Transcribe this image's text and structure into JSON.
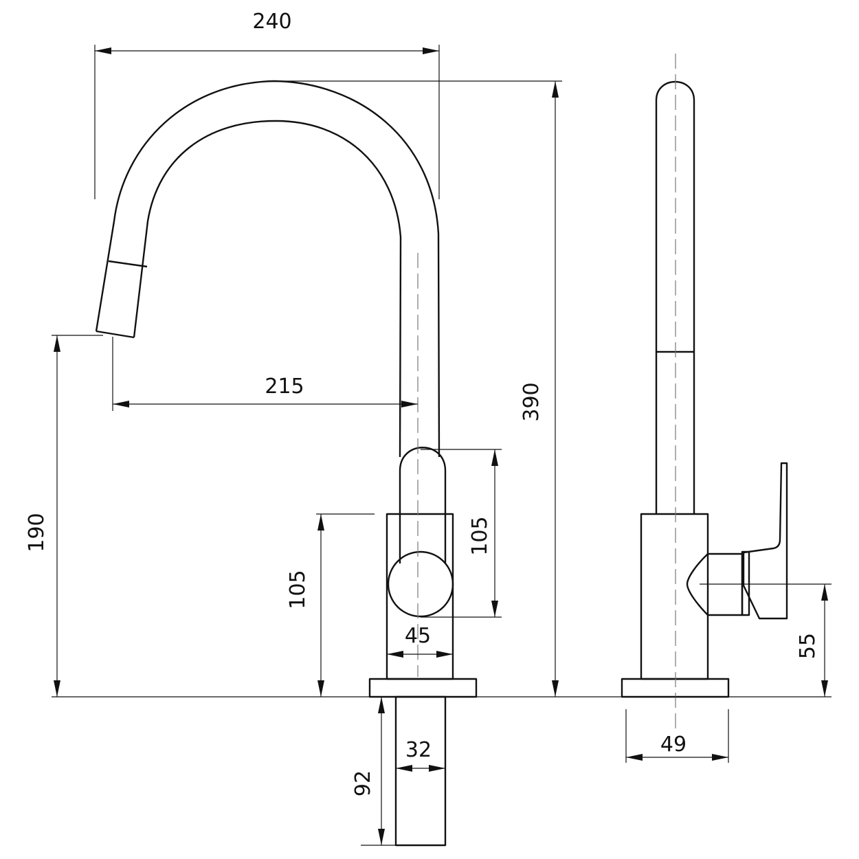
{
  "dimensions": {
    "spout_reach_total": "240",
    "spout_reach_outlet": "215",
    "total_height": "390",
    "outlet_height": "190",
    "body_height": "105",
    "handle_height": "105",
    "body_width": "45",
    "shank_length": "92",
    "shank_diameter": "32",
    "base_depth": "49",
    "lever_height": "55"
  },
  "colors": {
    "line": "#111111",
    "centerline": "#777777",
    "background": "#ffffff"
  }
}
